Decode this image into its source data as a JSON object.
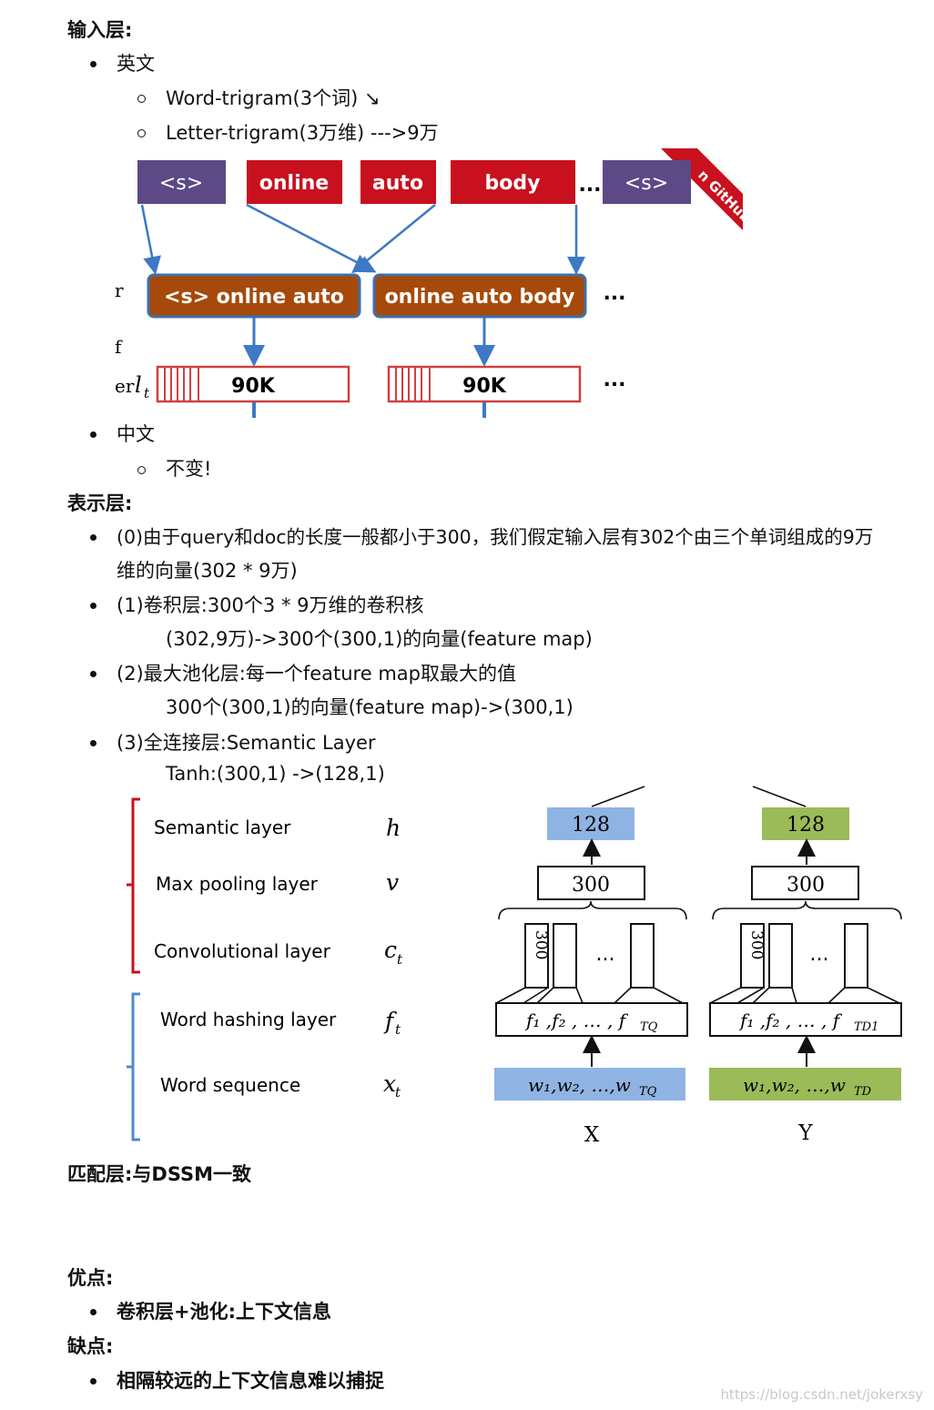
{
  "input_layer": {
    "heading": "输入层:",
    "english": "英文",
    "word_trigram": "Word-trigram(3个词) ↘",
    "letter_trigram": "Letter-trigram(3万维)    --->9万",
    "figure1": {
      "tokens": [
        "<s>",
        "online",
        "auto",
        "body",
        "<s>"
      ],
      "trigrams": [
        "<s> online auto",
        "online auto body"
      ],
      "vec_label": "90K",
      "ellipsis": "...",
      "left_letters": [
        "r",
        "f",
        "er"
      ],
      "lt_symbol": "l",
      "lt_sub": "t",
      "corner_ribbon": "n GitHub",
      "colors": {
        "purple": "#5b4a86",
        "red": "#c8101e",
        "orange": "#a54a0a",
        "arrow": "#3d79c4",
        "vec_border": "#d04040"
      }
    },
    "chinese": "中文",
    "chinese_note": "不变!"
  },
  "representation_layer": {
    "heading": "表示层:",
    "p0_line1": "(0)由于query和doc的长度一般都小于300，我们假定输入层有302个由三个单词组成的9万",
    "p0_line2": "维的向量(302 * 9万)",
    "p1_line1": "(1)卷积层:300个3 * 9万维的卷积核",
    "p1_line2": "(302,9万)->300个(300,1)的向量(feature map)",
    "p2_line1": "(2)最大池化层:每一个feature map取最大的值",
    "p2_line2": "300个(300,1)的向量(feature map)->(300,1)",
    "p3_line1": "(3)全连接层:Semantic Layer",
    "p3_line2": "Tanh:(300,1) ->(128,1)",
    "figure2": {
      "layers": [
        {
          "name": "Semantic layer",
          "symbol": "h",
          "sub": ""
        },
        {
          "name": "Max pooling layer",
          "symbol": "v",
          "sub": ""
        },
        {
          "name": "Convolutional layer",
          "symbol": "c",
          "sub": "t"
        },
        {
          "name": "Word hashing layer",
          "symbol": "f",
          "sub": "t"
        },
        {
          "name": "Word sequence",
          "symbol": "x",
          "sub": "t"
        }
      ],
      "towers": [
        {
          "label": "X",
          "top": "128",
          "pool": "300",
          "conv": "300",
          "dots": "...",
          "hash": "f₁ ,f₂ , … , f",
          "hash_sub": "TQ",
          "words": "w₁,w₂, …,w",
          "words_sub": "TQ",
          "top_color": "#8fb4e3",
          "words_color": "#8fb4e3"
        },
        {
          "label": "Y",
          "top": "128",
          "pool": "300",
          "conv": "300",
          "dots": "...",
          "hash": "f₁ ,f₂ , … , f",
          "hash_sub": "TD1",
          "words": "w₁,w₂, …,w",
          "words_sub": "TD",
          "top_color": "#9bbb59",
          "words_color": "#9bbb59"
        }
      ],
      "bracket_colors": {
        "red": "#c8101e",
        "blue": "#4a8ad0"
      }
    }
  },
  "matching_layer": {
    "heading": "匹配层:与DSSM一致"
  },
  "pros": {
    "heading": "优点:",
    "item": "卷积层+池化:上下文信息"
  },
  "cons": {
    "heading": "缺点:",
    "item": "相隔较远的上下文信息难以捕捉"
  },
  "watermark": "https://blog.csdn.net/jokerxsy"
}
